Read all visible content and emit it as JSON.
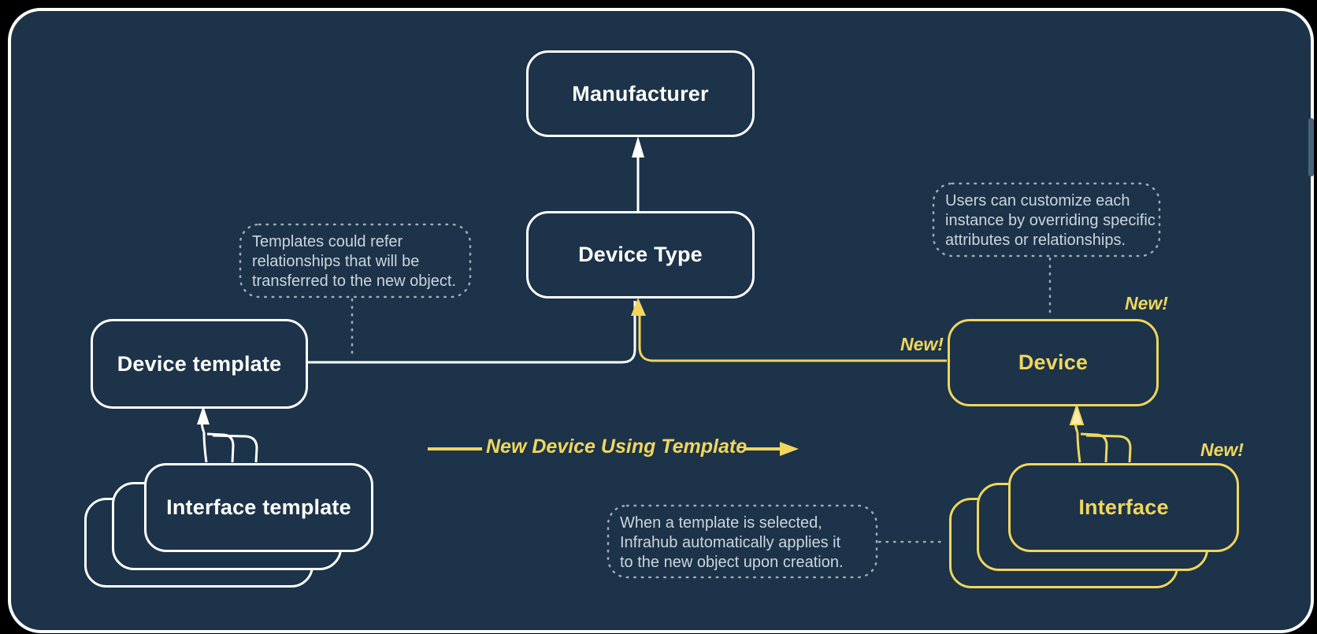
{
  "canvas": {
    "background": "#1c3349",
    "frame_stroke": "#ffffff",
    "outer_background": "#000000"
  },
  "palette": {
    "white": "#ffffff",
    "yellow": "#f0d65c",
    "annotation_text": "#ccd5dc",
    "annotation_border": "#9fadba"
  },
  "nodes": {
    "manufacturer": {
      "label": "Manufacturer"
    },
    "device_type": {
      "label": "Device Type"
    },
    "device_template": {
      "label": "Device template"
    },
    "interface_template": {
      "label": "Interface template"
    },
    "device": {
      "label": "Device"
    },
    "interface": {
      "label": "Interface"
    }
  },
  "badges": {
    "device_top": "New!",
    "device_left": "New!",
    "interface_top": "New!"
  },
  "annotations": {
    "templates_note": {
      "lines": [
        "Templates could refer",
        "relationships that will be",
        "transferred to the new object."
      ]
    },
    "customize_note": {
      "lines": [
        "Users can customize each",
        "instance by overriding specific",
        "attributes or relationships."
      ]
    },
    "applies_note": {
      "lines": [
        "When a template is selected,",
        "Infrahub automatically applies it",
        "to the new object upon creation."
      ]
    }
  },
  "flow": {
    "label": "New Device Using Template"
  }
}
